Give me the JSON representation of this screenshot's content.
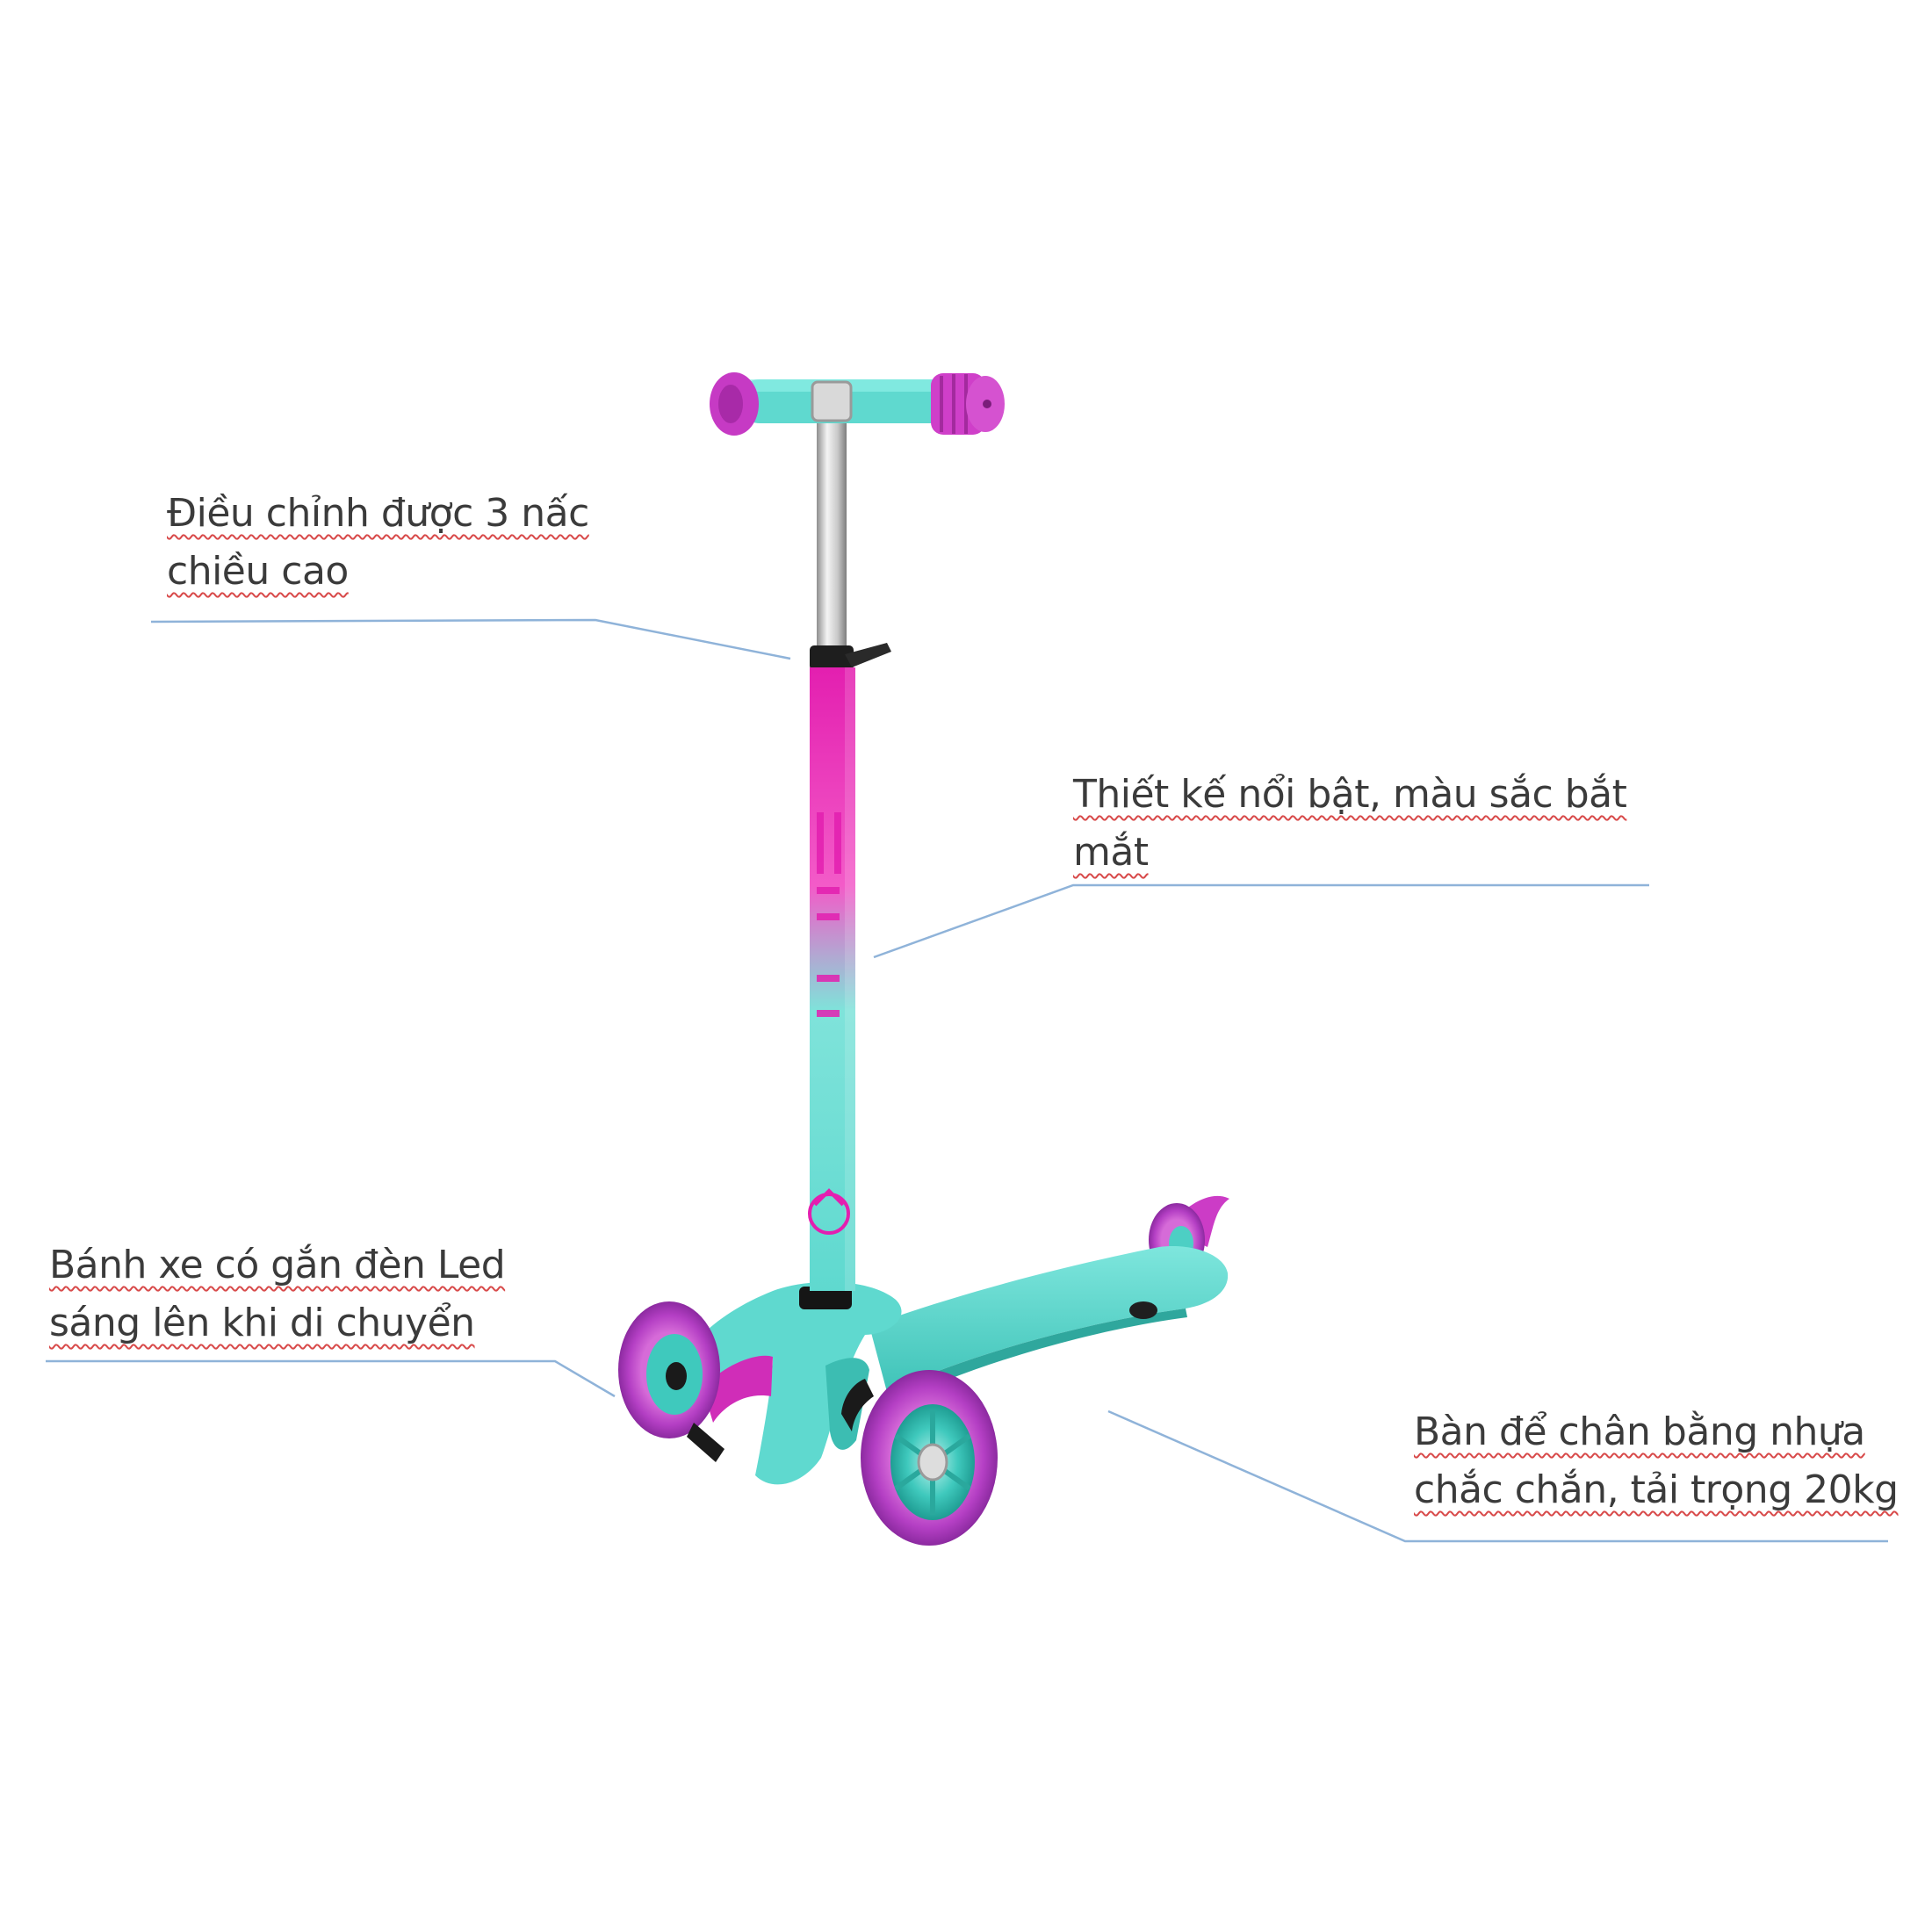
{
  "callouts": {
    "height_adjust": {
      "line1": "Điều chỉnh được 3 nấc",
      "line2": "chiều cao"
    },
    "design": {
      "line1": "Thiết kế nổi bật, màu sắc bắt",
      "line2": "mắt"
    },
    "led_wheels": {
      "line1": "Bánh xe có gắn đèn Led",
      "line2": "sáng lên khi di chuyển"
    },
    "deck": {
      "line1": "Bàn để chân bằng nhựa",
      "line2": "chắc chắn, tải trọng 20kg"
    }
  },
  "colors": {
    "teal": "#5fd9cf",
    "magenta": "#e31fb0",
    "purple_wheel": "#b43fc4",
    "leader_line": "#8fb3d9",
    "text": "#3b3b3b"
  },
  "icons": {
    "scooter": "kick-scooter-illustration",
    "brand_logo": "scooter-brand-logo"
  }
}
